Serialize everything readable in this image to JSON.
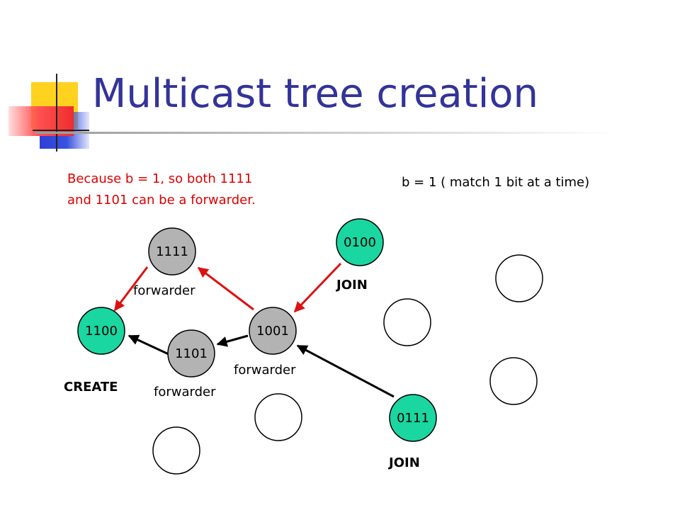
{
  "slide": {
    "title": "Multicast tree creation",
    "note_lines": [
      "Because b = 1, so both 1111",
      "and 1101 can be a forwarder."
    ],
    "info": "b = 1 ( match 1 bit at a time)"
  },
  "colors": {
    "title": "#333399",
    "note": "#dd0000",
    "node_green": "#1ad6a0",
    "node_gray": "#b3b3b3",
    "arrow_red": "#dd1111",
    "arrow_black": "#000000"
  },
  "nodes": [
    {
      "id": "n1111",
      "label": "1111",
      "fill": "gray"
    },
    {
      "id": "n0100",
      "label": "0100",
      "fill": "green"
    },
    {
      "id": "n1100",
      "label": "1100",
      "fill": "green"
    },
    {
      "id": "n1001",
      "label": "1001",
      "fill": "gray"
    },
    {
      "id": "n1101",
      "label": "1101",
      "fill": "gray"
    },
    {
      "id": "n0111",
      "label": "0111",
      "fill": "green"
    }
  ],
  "labels": {
    "forwarder_1111": "forwarder",
    "forwarder_1001": "forwarder",
    "forwarder_1101": "forwarder",
    "join_0100": "JOIN",
    "join_0111": "JOIN",
    "create_1100": "CREATE"
  }
}
